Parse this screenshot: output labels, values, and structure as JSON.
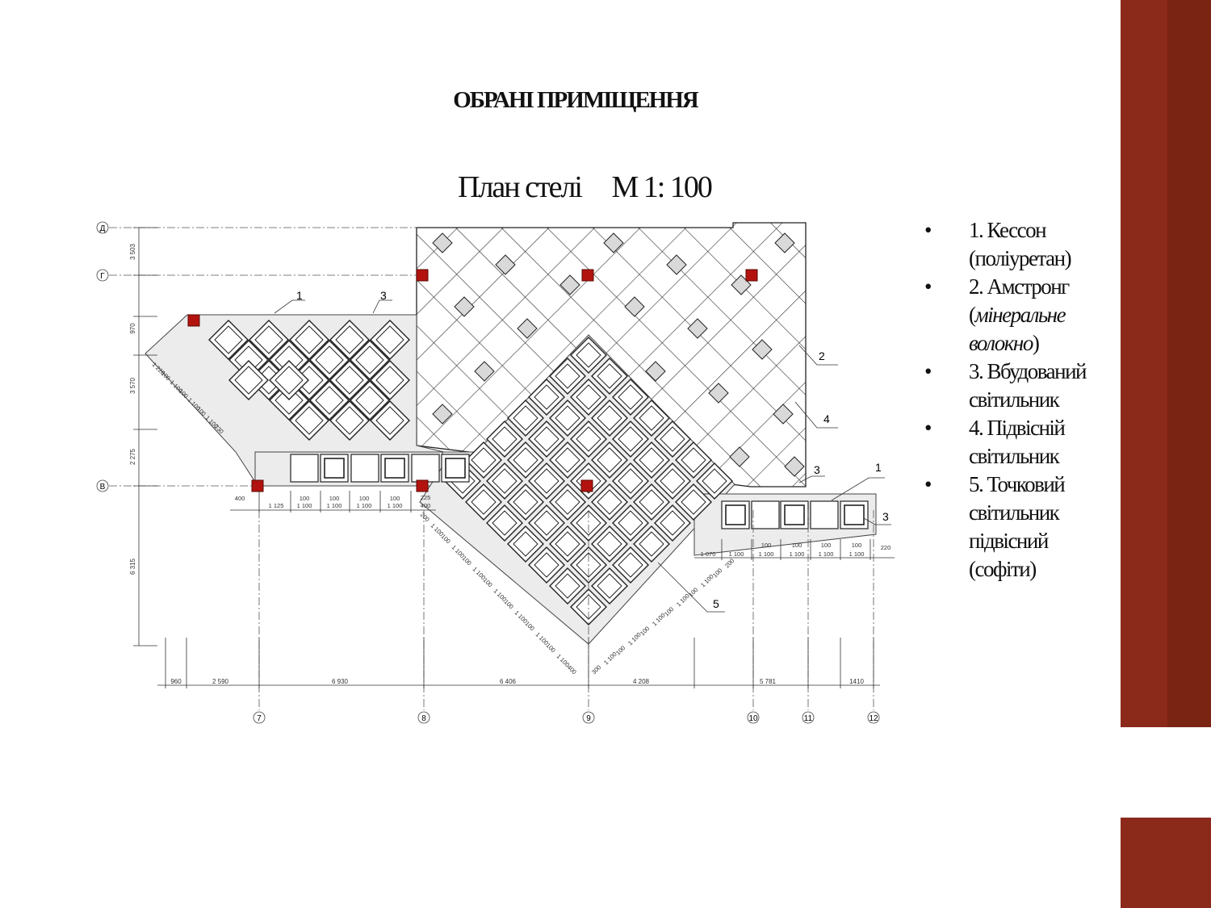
{
  "page": {
    "title": "ОБРАНІ ПРИМІЩЕННЯ"
  },
  "plan": {
    "name": "План стелі",
    "scale": "М 1: 100",
    "axes_rows": [
      "Д",
      "Г",
      "В"
    ],
    "axes_cols": [
      "7",
      "8",
      "9",
      "10",
      "11",
      "12"
    ],
    "callouts": [
      "1",
      "3",
      "2",
      "4",
      "3",
      "1",
      "3",
      "5"
    ],
    "dims_left": [
      "3 503",
      "970",
      "3 570",
      "2 275",
      "6 315"
    ],
    "dims_bottom": [
      "960",
      "2 590",
      "6 930",
      "6 406",
      "4 208",
      "5 781",
      "1410"
    ],
    "dims_row_left": [
      "400",
      "1 125",
      "100",
      "1 100",
      "100",
      "1 100",
      "100",
      "1 100",
      "100",
      "1 100",
      "225",
      "400"
    ],
    "dims_row_right": [
      "1 070",
      "1 100",
      "100",
      "1 100",
      "100",
      "1 100",
      "100",
      "1 100",
      "100",
      "1 100",
      "220"
    ],
    "dims_diag_left": [
      "1 220",
      "100",
      "1 100",
      "100",
      "1 100",
      "100",
      "1 100",
      "230"
    ],
    "dims_diag_mid": [
      "200",
      "1 100",
      "100",
      "1 100",
      "100",
      "1 100",
      "100",
      "1 100",
      "100",
      "1 100",
      "100",
      "1 100",
      "100",
      "1 100",
      "400"
    ],
    "dims_diag_low": [
      "300",
      "1 100",
      "100",
      "1 100",
      "100",
      "1 100",
      "100",
      "1 100",
      "100",
      "1 100",
      "100",
      "200"
    ]
  },
  "legend": {
    "bullet": "•",
    "items": [
      {
        "lines": [
          "1. Кессон",
          "(поліуретан)"
        ]
      },
      {
        "parts": [
          "2. Амстронг",
          "(",
          "мінеральне",
          "волокно",
          ")"
        ]
      },
      {
        "lines": [
          "3. Вбудований",
          "світильник"
        ]
      },
      {
        "lines": [
          "4. Підвісній",
          "світильник"
        ]
      },
      {
        "lines": [
          "5. Точковий",
          "світильник",
          "підвісний",
          "(софіти)"
        ]
      }
    ]
  },
  "colors": {
    "accent": "#8b2a1a",
    "lamp": "#b3130f",
    "fill": "#ececec",
    "armstrong": "#d9d9d9"
  }
}
